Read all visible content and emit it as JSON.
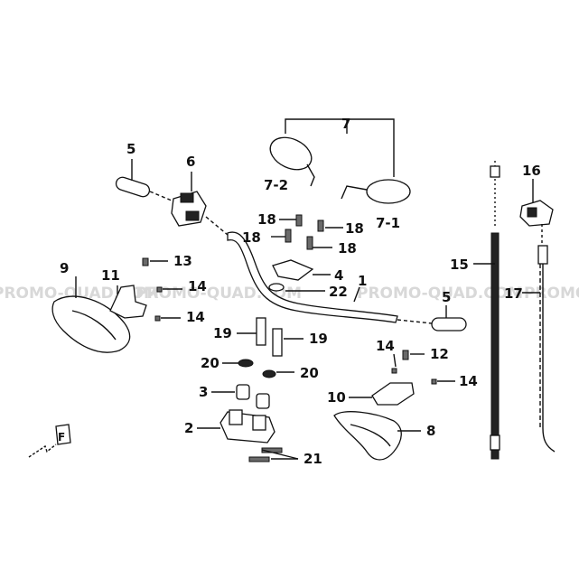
{
  "watermark": {
    "text": "PROMO-QUAD.COM"
  },
  "callouts": [
    {
      "id": "c5a",
      "text": "5"
    },
    {
      "id": "c6",
      "text": "6"
    },
    {
      "id": "c7",
      "text": "7"
    },
    {
      "id": "c7-2",
      "text": "7-2"
    },
    {
      "id": "c7-1",
      "text": "7-1"
    },
    {
      "id": "c16",
      "text": "16"
    },
    {
      "id": "c18a",
      "text": "18"
    },
    {
      "id": "c18b",
      "text": "18"
    },
    {
      "id": "c18c",
      "text": "18"
    },
    {
      "id": "c18d",
      "text": "18"
    },
    {
      "id": "c13",
      "text": "13"
    },
    {
      "id": "c9",
      "text": "9"
    },
    {
      "id": "c11",
      "text": "11"
    },
    {
      "id": "c14a",
      "text": "14"
    },
    {
      "id": "c14b",
      "text": "14"
    },
    {
      "id": "c4",
      "text": "4"
    },
    {
      "id": "c1",
      "text": "1"
    },
    {
      "id": "c22",
      "text": "22"
    },
    {
      "id": "c15",
      "text": "15"
    },
    {
      "id": "c17",
      "text": "17"
    },
    {
      "id": "c5b",
      "text": "5"
    },
    {
      "id": "c19a",
      "text": "19"
    },
    {
      "id": "c19b",
      "text": "19"
    },
    {
      "id": "c20a",
      "text": "20"
    },
    {
      "id": "c20b",
      "text": "20"
    },
    {
      "id": "c14c",
      "text": "14"
    },
    {
      "id": "c12",
      "text": "12"
    },
    {
      "id": "c14d",
      "text": "14"
    },
    {
      "id": "c3",
      "text": "3"
    },
    {
      "id": "c10",
      "text": "10"
    },
    {
      "id": "c2",
      "text": "2"
    },
    {
      "id": "c8",
      "text": "8"
    },
    {
      "id": "c21",
      "text": "21"
    }
  ],
  "front_marker": {
    "text": "F"
  }
}
